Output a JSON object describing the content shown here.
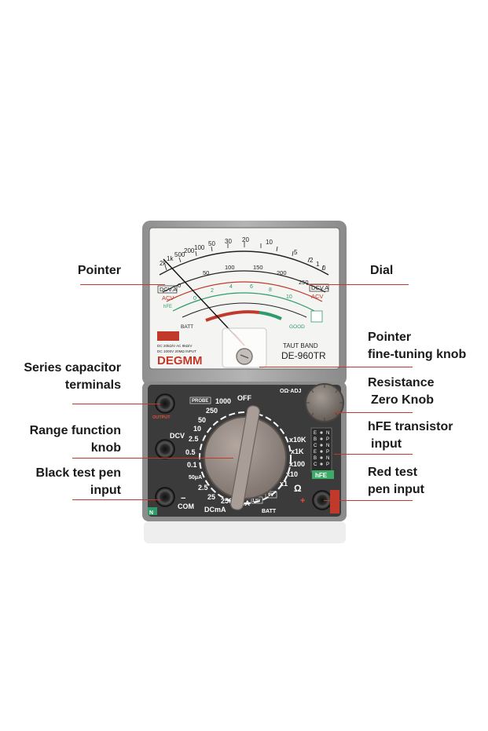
{
  "callouts": {
    "pointer": "Pointer",
    "dial": "Dial",
    "fine_tune_1": "Pointer",
    "fine_tune_2": "fine-tuning knob",
    "series_cap_1": "Series capacitor",
    "series_cap_2": "terminals",
    "res_zero_1": "Resistance",
    "res_zero_2": "Zero Knob",
    "range_1": "Range function",
    "range_2": "knob",
    "hfe_1": "hFE transistor",
    "hfe_2": "input",
    "black_1": "Black test pen",
    "black_2": "input",
    "red_1": "Red test",
    "red_2": "pen input"
  },
  "meter": {
    "brand": "DEGMM",
    "model": "DE-960TR",
    "band": "TAUT BAND",
    "spec_line_1": "DC 20kΩ/V   AC 9kΩ/V",
    "spec_line_2": "DC 1000V 20MΩ  INPUT",
    "scale_top": [
      "2k",
      "1k",
      "500",
      "200",
      "100",
      "50",
      "30",
      "20",
      "10",
      "5",
      "2",
      "1",
      "0"
    ],
    "scale_dcv": [
      "0",
      "50",
      "100",
      "150",
      "200",
      "250"
    ],
    "scale_mid": [
      "0",
      "2",
      "4",
      "6",
      "8",
      "10"
    ],
    "dcv_a": "DCV.A",
    "acv": "ACV",
    "hfe_label": "hFE",
    "batt": "BATT",
    "good": "GOOD",
    "ohm_adj": "OΩ·ADJ",
    "off": "OFF",
    "probe": "PROBE",
    "dcv_label": "DCV",
    "dcma_label": "DCmA",
    "batt_label": "BATT",
    "ohm_symbol": "Ω",
    "com": "COM",
    "hfe_box": "hFE",
    "ranges_dcv": [
      "1000",
      "250",
      "50",
      "10",
      "2.5",
      "0.5",
      "0.1"
    ],
    "ranges_dcma": [
      "50μA",
      "2.5",
      "25",
      "250",
      "2.5A"
    ],
    "ranges_ohm": [
      "x10K",
      "x1K",
      "x100",
      "x10",
      "x1"
    ],
    "batt_v": [
      "1.5V",
      "9V"
    ],
    "hfe_pins": [
      "E",
      "B",
      "C",
      "E",
      "B",
      "C"
    ],
    "hfe_pins_right": [
      "N",
      "P",
      "N",
      "P",
      "N",
      "P"
    ],
    "polarity_plus": "+",
    "polarity_minus": "−",
    "output": "OUTPUT",
    "n_label": "N"
  }
}
